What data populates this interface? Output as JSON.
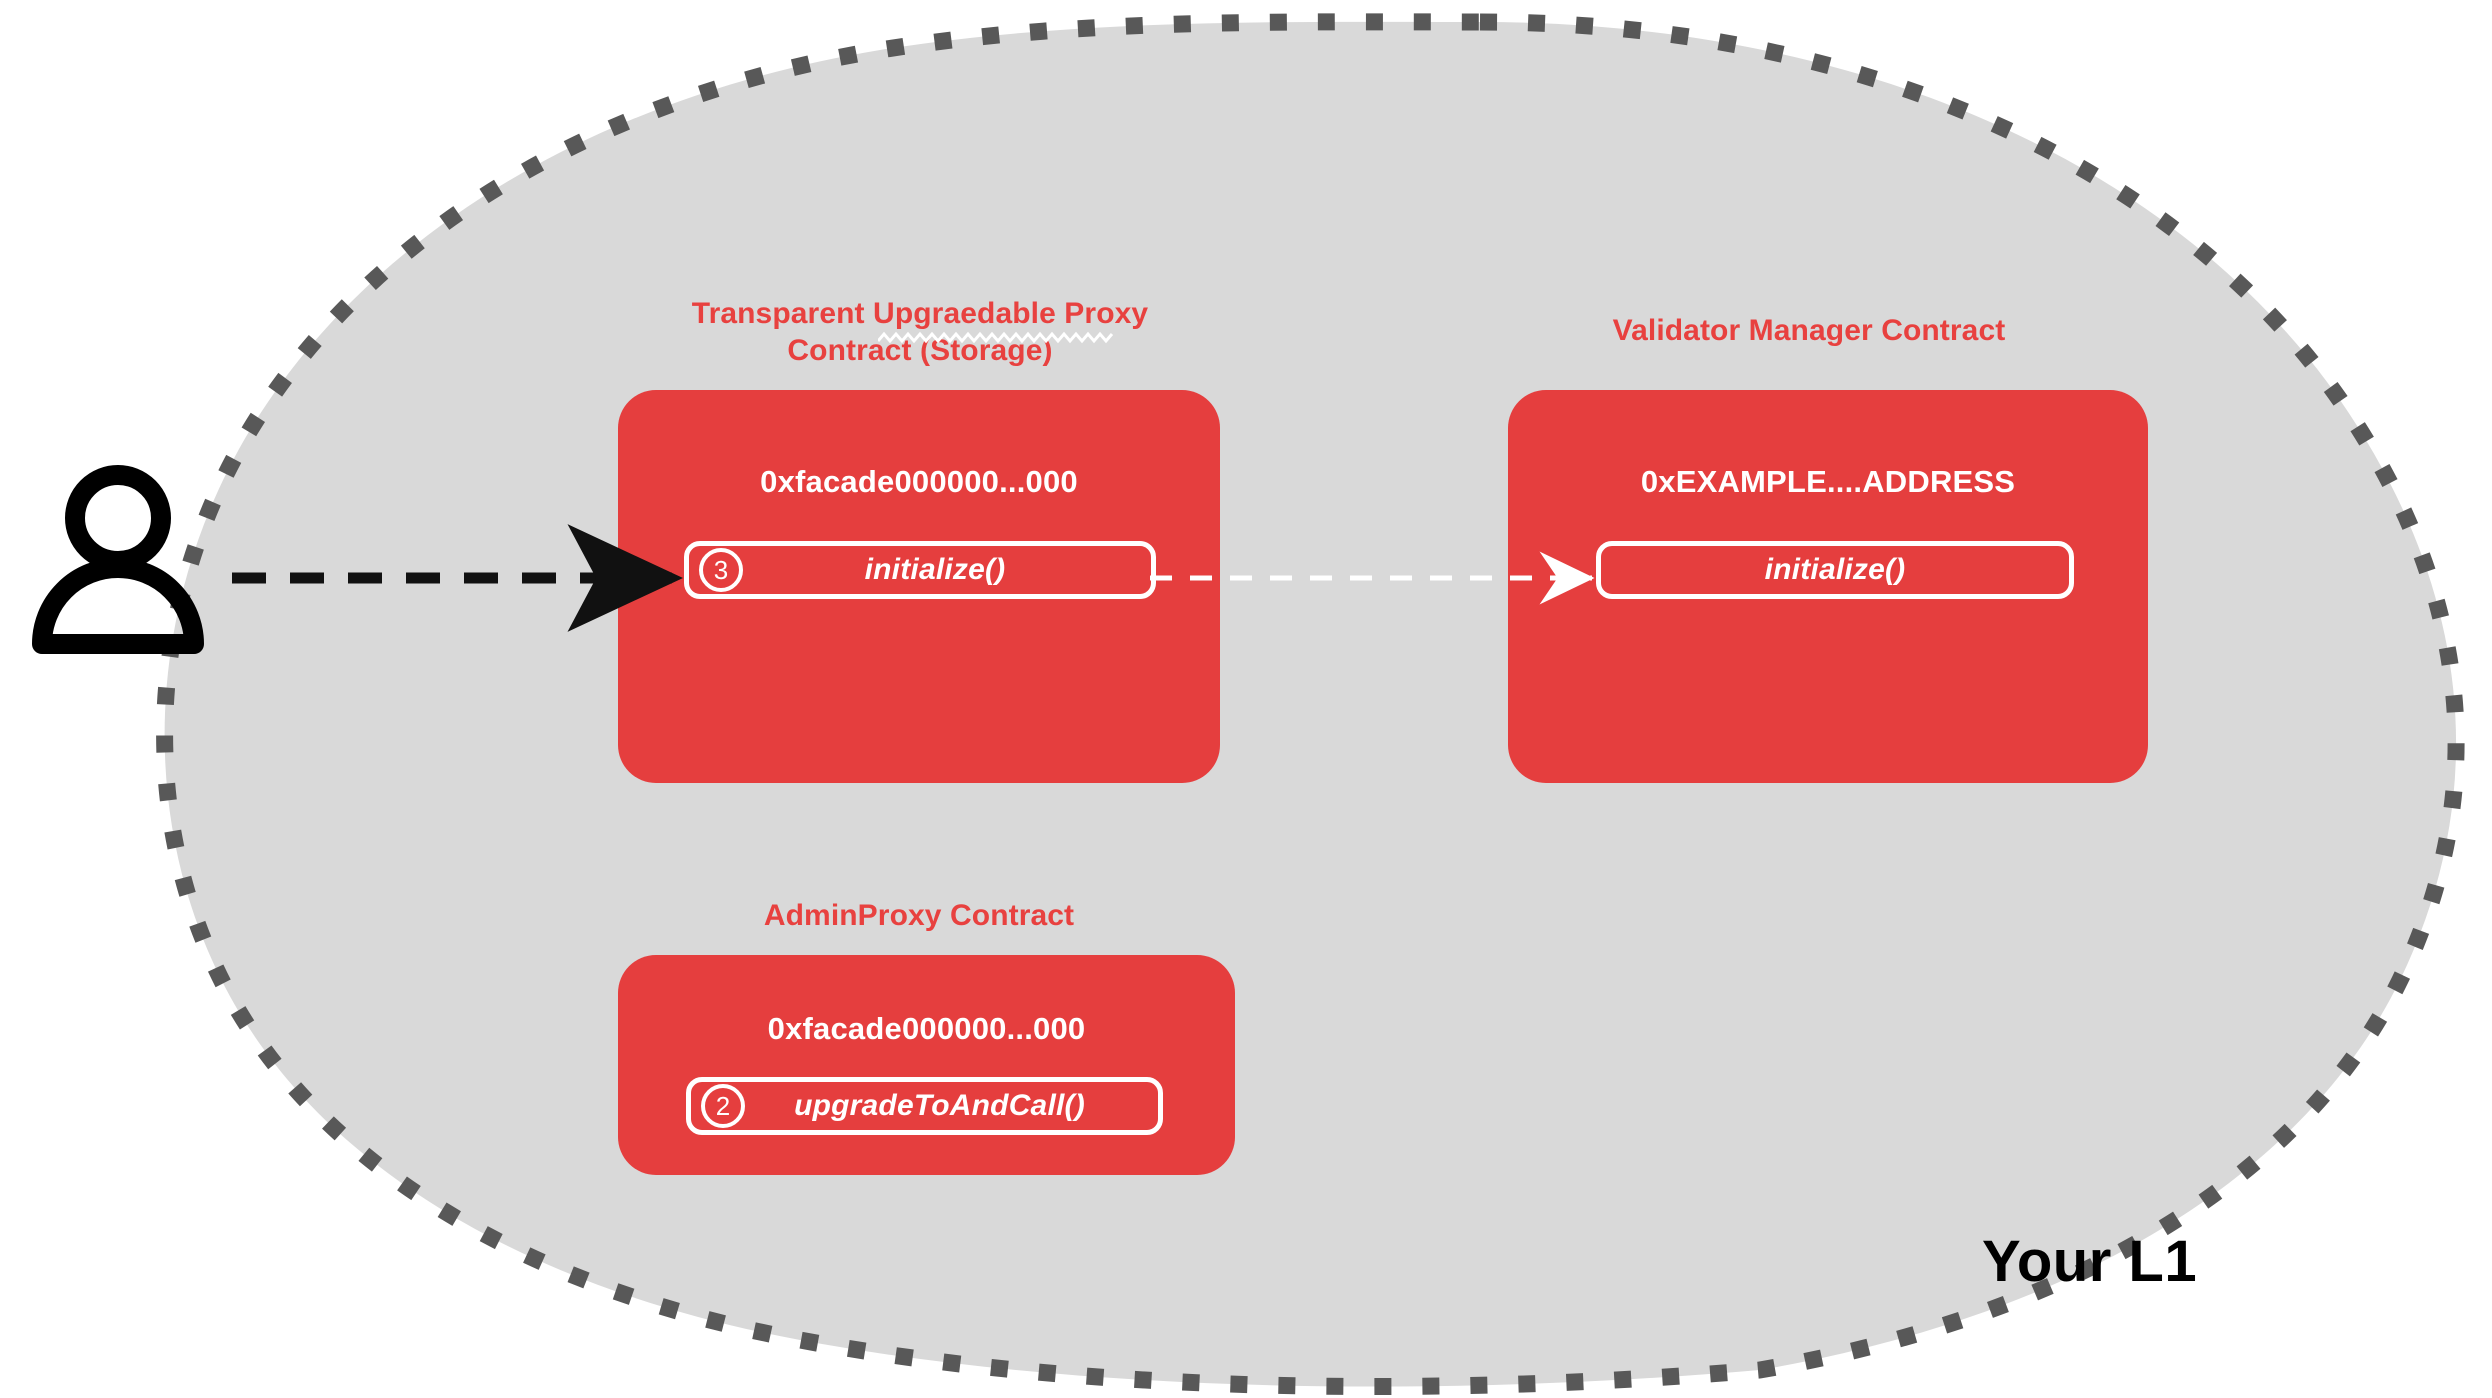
{
  "diagram": {
    "region_label": "Your L1",
    "background_color": "#FFFFFF",
    "region_fill_color": "#D9D9D9",
    "region_border_color": "#585858",
    "contract_color": "#E53E3E",
    "contract_title_color": "#E8413F",
    "actor": {
      "icon": "user-person-icon",
      "color": "#000000"
    },
    "contracts": [
      {
        "id": "transparent-proxy",
        "title": "Transparent Upgraedable Proxy Contract (Storage)",
        "title_line1": "Transparent Upgraedable Proxy",
        "title_line2": "Contract (Storage)",
        "misspelled_word": "Upgraedable",
        "address": "0xfacade000000...000",
        "methods": [
          {
            "label": "initialize()",
            "step": "3"
          }
        ]
      },
      {
        "id": "validator-manager",
        "title": "Validator Manager Contract",
        "title_line1": "Validator Manager Contract",
        "title_line2": "",
        "address": "0xEXAMPLE....ADDRESS",
        "methods": [
          {
            "label": "initialize()",
            "step": ""
          }
        ]
      },
      {
        "id": "admin-proxy",
        "title": "AdminProxy  Contract",
        "title_line1": "AdminProxy  Contract",
        "title_line2": "",
        "address": "0xfacade000000...000",
        "methods": [
          {
            "label": "upgradeToAndCall()",
            "step": "2"
          }
        ]
      }
    ],
    "connections": [
      {
        "id": "user-to-proxy",
        "from": "user-actor",
        "to": "transparent-proxy-initialize",
        "style": "dashed",
        "color": "#111111",
        "arrowhead": "solid"
      },
      {
        "id": "proxy-to-validator",
        "from": "transparent-proxy-initialize",
        "to": "validator-manager-initialize",
        "style": "dashed",
        "color": "#FFFFFF",
        "arrowhead": "open"
      }
    ]
  }
}
